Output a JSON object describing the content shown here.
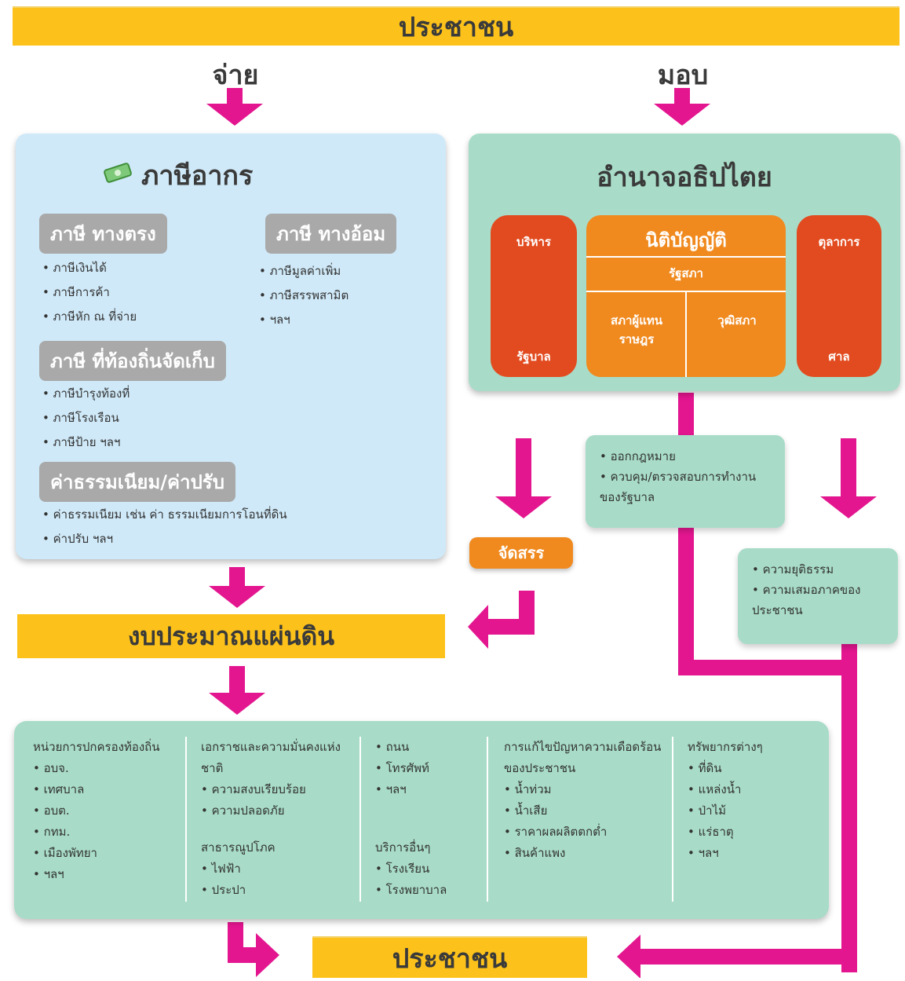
{
  "top_banner": "ประชาชน",
  "left_arrow_label": "จ่าย",
  "right_arrow_label": "มอบ",
  "tax": {
    "title": "ภาษีอากร",
    "direct": {
      "label": "ภาษี ทางตรง",
      "items": [
        "ภาษีเงินได้",
        "ภาษีการค้า",
        "ภาษีหัก ณ ที่จ่าย"
      ]
    },
    "indirect": {
      "label": "ภาษี ทางอ้อม",
      "items": [
        "ภาษีมูลค่าเพิ่ม",
        "ภาษีสรรพสามิต",
        "ฯลฯ"
      ]
    },
    "local": {
      "label": "ภาษี ที่ท้องถิ่นจัดเก็บ",
      "items": [
        "ภาษีบำรุงท้องที่",
        "ภาษีโรงเรือน",
        "ภาษีป้าย ฯลฯ"
      ]
    },
    "fees": {
      "label": "ค่าธรรมเนียม/ค่าปรับ",
      "items": [
        "ค่าธรรมเนียม เช่น ค่า ธรรมเนียมการโอนที่ดิน",
        "ค่าปรับ ฯลฯ"
      ]
    }
  },
  "sovereignty": {
    "title": "อำนาจอธิปไตย",
    "executive": {
      "top": "บริหาร",
      "bottom": "รัฐบาล"
    },
    "legislative": {
      "title": "นิติบัญญัติ",
      "parliament": "รัฐสภา",
      "house": "สภาผู้แทนราษฎร",
      "senate": "วุฒิสภา"
    },
    "judicial": {
      "top": "ตุลาการ",
      "bottom": "ศาล"
    }
  },
  "legislative_note": [
    "ออกกฎหมาย",
    "ควบคุม/ตรวจสอบการทำงานของรัฐบาล"
  ],
  "judicial_note": [
    "ความยุติธรรม",
    "ความเสมอภาคของประชาชน"
  ],
  "allocation_label": "จัดสรร",
  "budget_label": "งบประมาณแผ่นดิน",
  "spending": {
    "col1": {
      "heading": "หน่วยการปกครองท้องถิ่น",
      "items": [
        "อบจ.",
        "เทศบาล",
        "อบต.",
        "กทม.",
        "เมืองพัทยา",
        "ฯลฯ"
      ]
    },
    "col2": {
      "heading": "เอกราชและความมั่นคงแห่งชาติ",
      "items": [
        "ความสงบเรียบร้อย",
        "ความปลอดภัย"
      ],
      "heading2": "สาธารณูปโภค",
      "items2": [
        "ไฟฟ้า",
        "ประปา"
      ]
    },
    "col3": {
      "items": [
        "ถนน",
        "โทรศัพท์",
        "ฯลฯ"
      ],
      "heading2": "บริการอื่นๆ",
      "items2": [
        "โรงเรียน",
        "โรงพยาบาล"
      ]
    },
    "col4": {
      "heading": "การแก้ไขปัญหาความเดือดร้อนของประชาชน",
      "items": [
        "น้ำท่วม",
        "น้ำเสีย",
        "ราคาผลผลิตตกต่ำ",
        "สินค้าแพง"
      ]
    },
    "col5": {
      "heading": "ทรัพยากรต่างๆ",
      "items": [
        "ที่ดิน",
        "แหล่งน้ำ",
        "ป่าไม้",
        "แร่ธาตุ",
        "ฯลฯ"
      ]
    }
  },
  "bottom_banner": "ประชาชน",
  "colors": {
    "banner": "#fcc21b",
    "arrow": "#e3168f",
    "tax_box": "#cfe9f8",
    "teal_box": "#a8dcc8",
    "red": "#e24b1f",
    "orange": "#f08a1f",
    "gray_label": "#a9a9a9"
  },
  "icons": {
    "tax": "money-bill-icon"
  }
}
